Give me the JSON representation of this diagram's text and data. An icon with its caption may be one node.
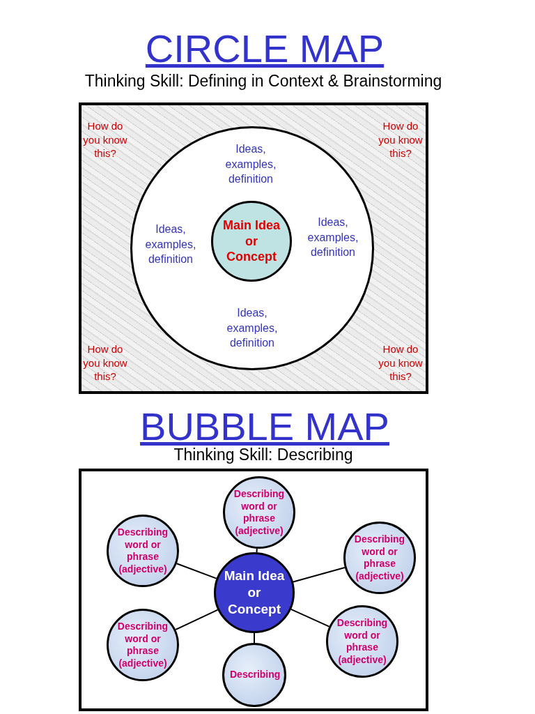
{
  "diagram": {
    "nodes": [
      {
        "text": [
          "CIRCLE MAP",
          "Thinking Skill: Defining in Context & Brainstorming",
          "How do you know this?",
          "How do you know this?",
          "How do you know this?",
          "How do you know this?"
        ]
      },
      {
        "text": [
          "Ideas, examples, definition",
          "Ideas, examples, definition",
          "Ideas, examples, definition",
          "Ideas, examples, definition"
        ],
        "in": 0
      },
      {
        "text": [
          "Main Idea or Concept"
        ],
        "in": 1
      },
      {
        "text": [
          "BUBBLE MAP",
          "Thinking Skill: Describing"
        ]
      },
      {
        "text": [
          "Main Idea or Concept"
        ],
        "in": 3
      },
      {
        "text": [
          "Describing word or phrase (adjective)"
        ],
        "in": 3
      },
      {
        "text": [
          "Describing word or phrase (adjective)"
        ],
        "in": 3
      },
      {
        "text": [
          "Describing word or phrase (adjective)"
        ],
        "in": 3
      },
      {
        "text": [
          "Describing word or phrase (adjective)"
        ],
        "in": 3
      },
      {
        "text": [
          "Describing word or phrase (adjective)"
        ],
        "in": 3
      },
      {
        "text": [
          "Describing"
        ],
        "in": 3
      }
    ],
    "edges": [
      {
        "from": 4,
        "to": 5,
        "arrow": "none"
      },
      {
        "from": 4,
        "to": 6,
        "arrow": "none"
      },
      {
        "from": 4,
        "to": 7,
        "arrow": "none"
      },
      {
        "from": 4,
        "to": 8,
        "arrow": "none"
      },
      {
        "from": 4,
        "to": 9,
        "arrow": "none"
      },
      {
        "from": 4,
        "to": 10,
        "arrow": "none"
      }
    ]
  }
}
